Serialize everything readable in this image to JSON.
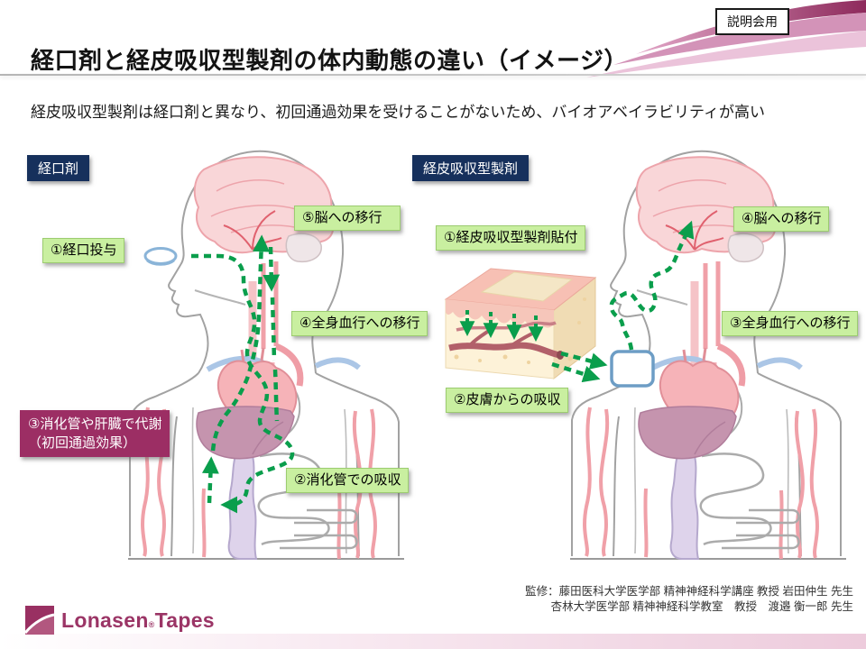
{
  "page": {
    "badge": "説明会用",
    "title": "経口剤と経皮吸収型製剤の体内動態の違い（イメージ）",
    "subtitle": "経皮吸収型製剤は経口剤と異なり、初回通過効果を受けることがないため、バイオアベイラビリティが高い"
  },
  "oral": {
    "label": "経口剤",
    "step1": "①経口投与",
    "step2": "②消化管での吸収",
    "step3_line1": "③消化管や肝臓で代謝",
    "step3_line2": "（初回通過効果）",
    "step4": "④全身血行への移行",
    "step5": "⑤脳への移行"
  },
  "transdermal": {
    "label": "経皮吸収型製剤",
    "step1": "①経皮吸収型製剤貼付",
    "step2": "②皮膚からの吸収",
    "step3": "③全身血行への移行",
    "step4": "④脳への移行"
  },
  "footer": {
    "supervision1": "監修：藤田医科大学医学部 精神神経科学講座 教授 岩田仲生 先生",
    "supervision2": "杏林大学医学部 精神神経科学教室　教授　渡邉 衡一郎 先生",
    "brand": "Lonasen",
    "brand_reg": "®",
    "brand_suffix": "Tapes"
  },
  "colors": {
    "label_navy": "#16305c",
    "step_green_bg": "#c9efa0",
    "metabolism_magenta": "#9c2e64",
    "path_green": "#0a9e4c",
    "brand_magenta": "#9b3566",
    "bottom_bar_pink": "#edcbdc"
  }
}
